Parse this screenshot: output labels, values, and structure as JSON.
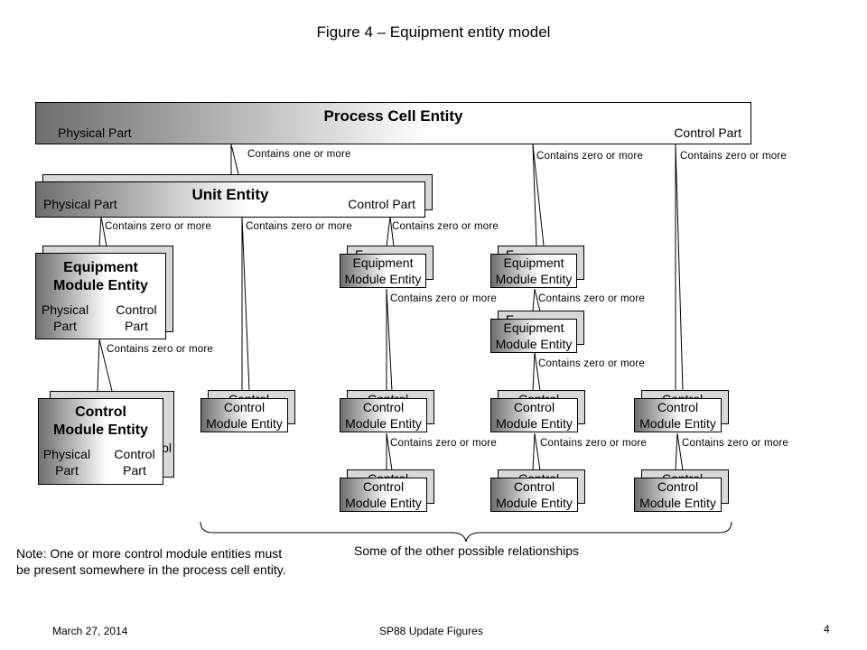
{
  "title": "Figure 4 – Equipment entity model",
  "process_cell": {
    "name": "Process Cell Entity",
    "physical": "Physical Part",
    "control": "Control Part"
  },
  "unit": {
    "name": "Unit Entity",
    "physical": "Physical Part",
    "control": "Control Part"
  },
  "equipment_module": {
    "name_line1": "Equipment",
    "name_line2": "Module Entity",
    "physical_line1": "Physical",
    "physical_line2": "Part",
    "control_line1": "Control",
    "control_line2": "Part"
  },
  "control_module": {
    "name_line1": "Control",
    "name_line2": "Module Entity",
    "physical_line1": "Physical",
    "physical_line2": "Part",
    "control_line1": "Control",
    "control_line2": "Part",
    "back_fragment": "ol"
  },
  "small_em": {
    "line1": "Equipment",
    "line2": "Module Entity",
    "back_fragment": "E"
  },
  "small_cm": {
    "line1": "Control",
    "line2": "Module Entity",
    "back_fragment": "Control"
  },
  "relations": {
    "one_or_more": "Contains one or more",
    "zero_or_more": "Contains zero or more"
  },
  "brace_label": "Some of the other possible relationships",
  "note": "Note: One or more control module entities must be present somewhere in the process cell entity.",
  "footer": {
    "date": "March 27, 2014",
    "center": "SP88 Update Figures",
    "page": "4"
  }
}
